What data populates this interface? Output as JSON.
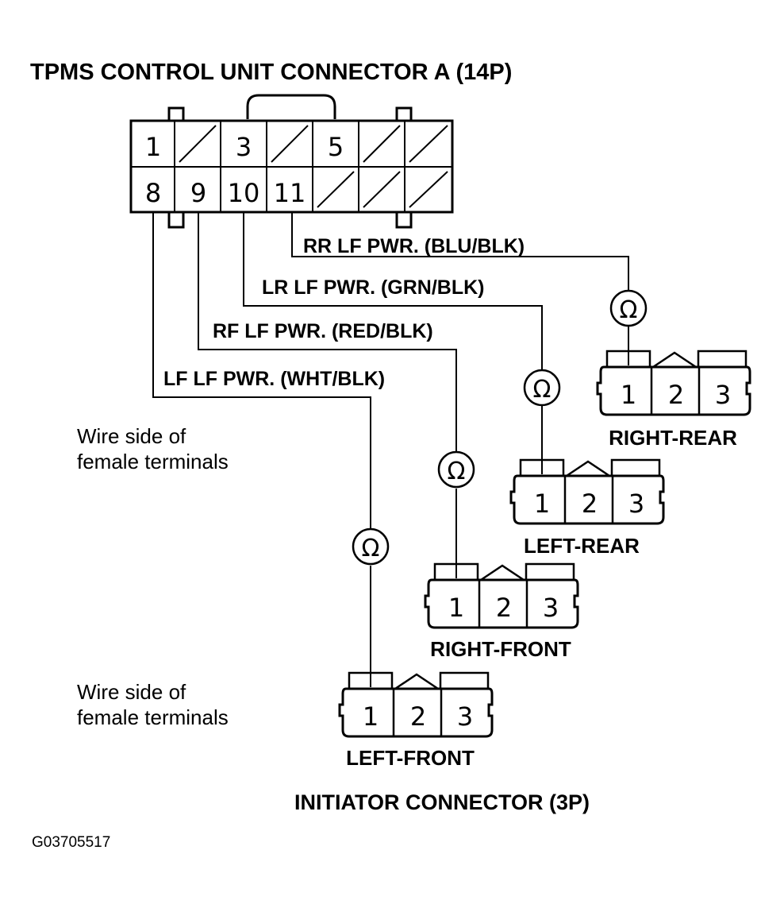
{
  "main_title": "TPMS CONTROL UNIT CONNECTOR A (14P)",
  "connector_a": {
    "top_row": [
      "1",
      "",
      "3",
      "",
      "5",
      "",
      ""
    ],
    "bottom_row": [
      "8",
      "9",
      "10",
      "11",
      "",
      "",
      ""
    ]
  },
  "wires": {
    "rr": "RR LF PWR. (BLU/BLK)",
    "lr": "LR LF PWR. (GRN/BLK)",
    "rf": "RF LF PWR. (RED/BLK)",
    "lf": "LF LF PWR. (WHT/BLK)"
  },
  "meter_symbol": "Ω",
  "initiators": {
    "right_rear": {
      "label": "RIGHT-REAR",
      "pins": [
        "1",
        "2",
        "3"
      ]
    },
    "left_rear": {
      "label": "LEFT-REAR",
      "pins": [
        "1",
        "2",
        "3"
      ]
    },
    "right_front": {
      "label": "RIGHT-FRONT",
      "pins": [
        "1",
        "2",
        "3"
      ]
    },
    "left_front": {
      "label": "LEFT-FRONT",
      "pins": [
        "1",
        "2",
        "3"
      ]
    }
  },
  "note_upper": [
    "Wire side of",
    "female terminals"
  ],
  "note_lower": [
    "Wire side of",
    "female terminals"
  ],
  "initiator_title": "INITIATOR CONNECTOR (3P)",
  "figure_code": "G03705517"
}
